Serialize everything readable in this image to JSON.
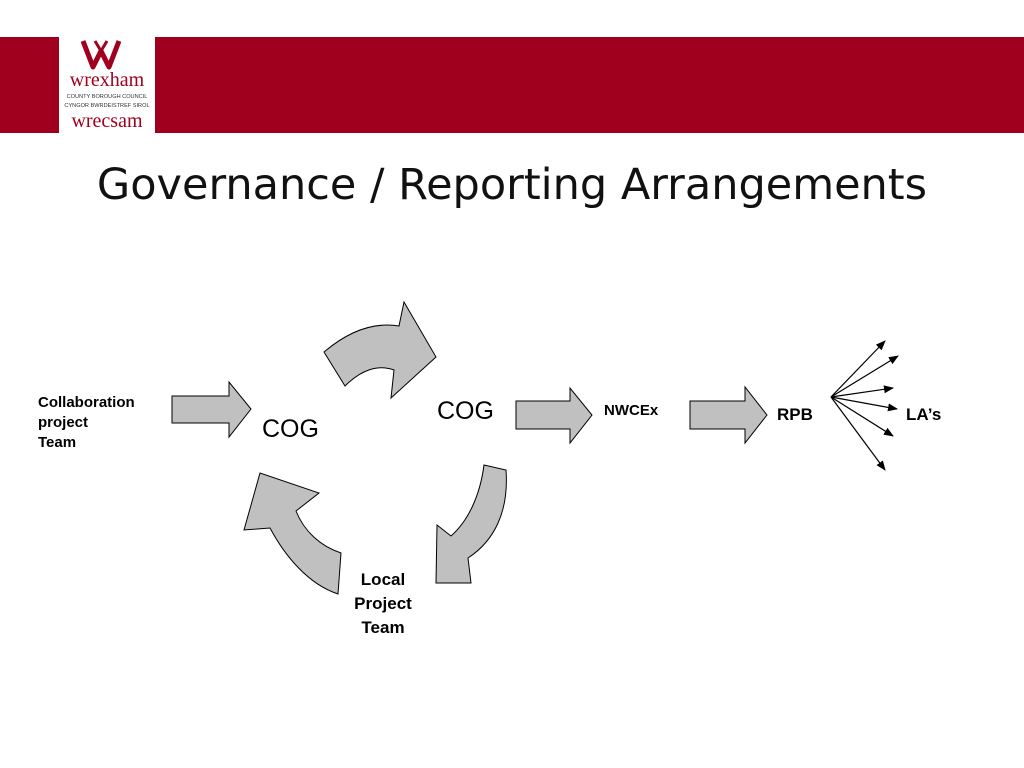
{
  "logo": {
    "name_en": "wrexham",
    "sub_en": "COUNTY BOROUGH COUNCIL",
    "sub_cy": "CYNGOR BWRDEISTREF SIROL",
    "name_cy": "wrecsam",
    "colors": {
      "brand": "#a0001e",
      "background": "#ffffff"
    }
  },
  "banner": {
    "color": "#a0001e"
  },
  "slide": {
    "title": "Governance / Reporting Arrangements"
  },
  "diagram": {
    "collaboration_team": [
      "Collaboration",
      "project",
      "Team"
    ],
    "cog_left": "COG",
    "cog_top": "COG",
    "nwcex": "NWCEx",
    "rpb": "RPB",
    "las": "LA’s",
    "local_project_team": [
      "Local",
      "Project",
      "Team"
    ],
    "arrow_fill": "#c0c0c0",
    "arrow_stroke": "#000000"
  }
}
